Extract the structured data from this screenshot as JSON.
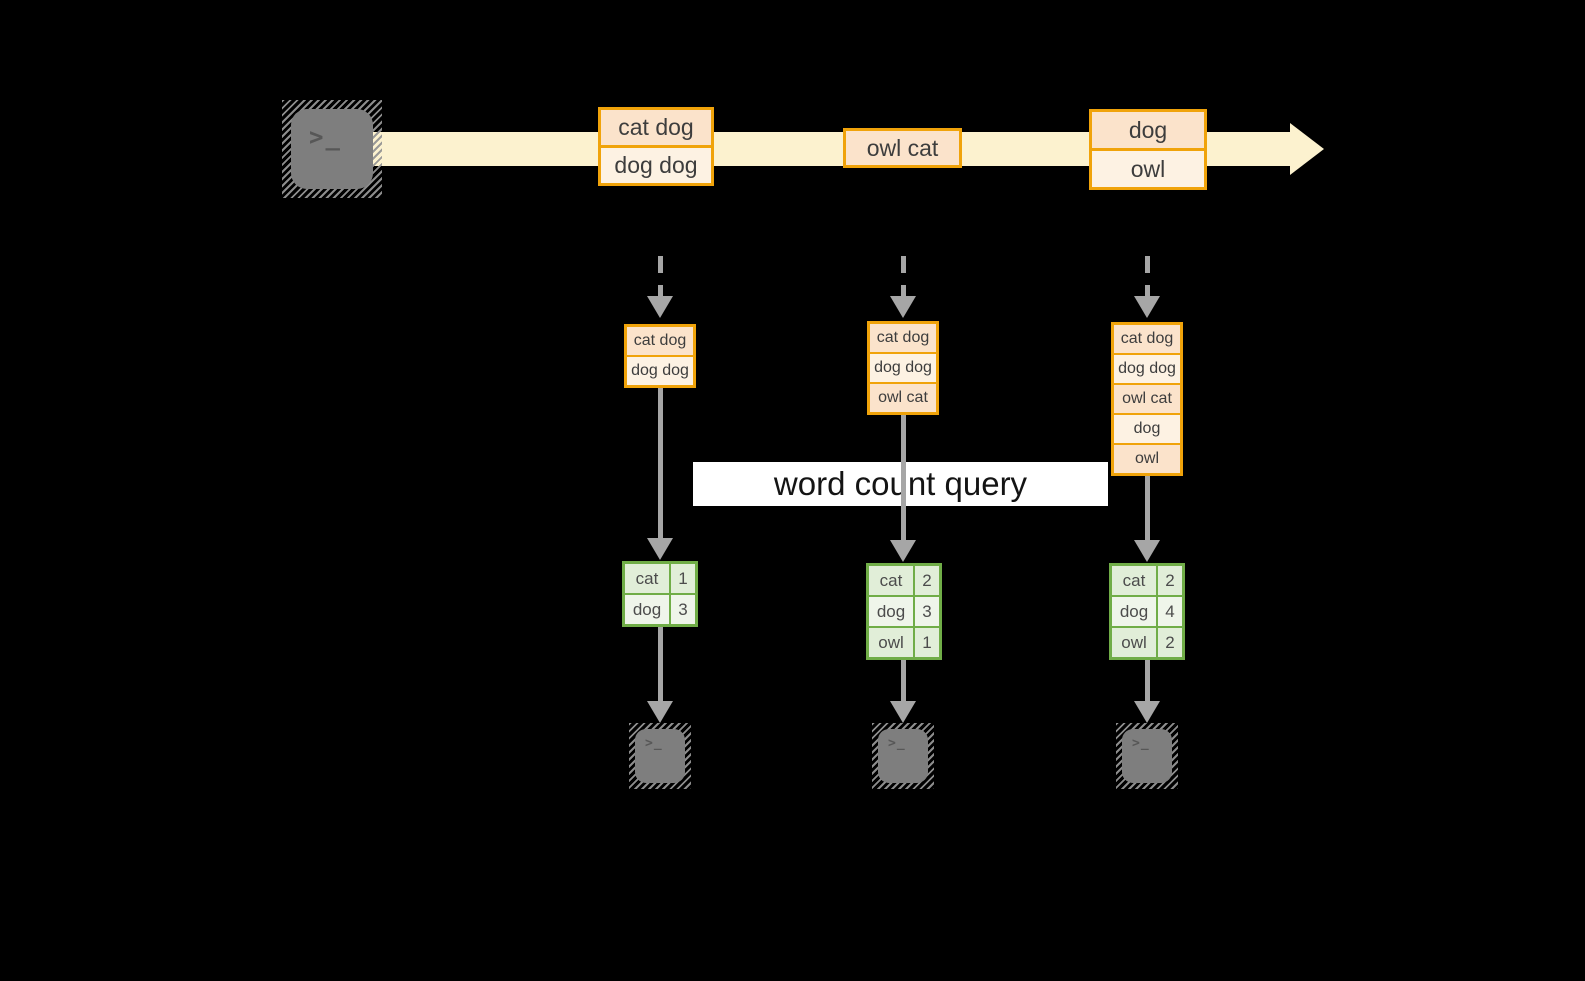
{
  "diagram": {
    "query_label": "word count query",
    "terminal_glyph": ">_",
    "stream": {
      "batches": [
        {
          "records": [
            "cat dog",
            "dog dog"
          ]
        },
        {
          "records": [
            "owl cat"
          ]
        },
        {
          "records": [
            "dog",
            "owl"
          ]
        }
      ]
    },
    "columns": [
      {
        "state": [
          "cat dog",
          "dog dog"
        ],
        "counts": [
          {
            "word": "cat",
            "count": "1"
          },
          {
            "word": "dog",
            "count": "3"
          }
        ]
      },
      {
        "state": [
          "cat dog",
          "dog dog",
          "owl cat"
        ],
        "counts": [
          {
            "word": "cat",
            "count": "2"
          },
          {
            "word": "dog",
            "count": "3"
          },
          {
            "word": "owl",
            "count": "1"
          }
        ]
      },
      {
        "state": [
          "cat dog",
          "dog dog",
          "owl cat",
          "dog",
          "owl"
        ],
        "counts": [
          {
            "word": "cat",
            "count": "2"
          },
          {
            "word": "dog",
            "count": "4"
          },
          {
            "word": "owl",
            "count": "2"
          }
        ]
      }
    ],
    "colors": {
      "background": "#000000",
      "stream_band": "#fcf2cf",
      "box_border": "#f0a30a",
      "box_fill_dark": "#fbe3cb",
      "box_fill_light": "#fdf2e3",
      "table_border": "#70ad47",
      "table_fill_dark": "#e1eed8",
      "table_fill_light": "#eff5ea",
      "arrow_gray": "#a6a6a6",
      "terminal_gray": "#7e7e7e",
      "query_band": "#ffffff"
    }
  }
}
